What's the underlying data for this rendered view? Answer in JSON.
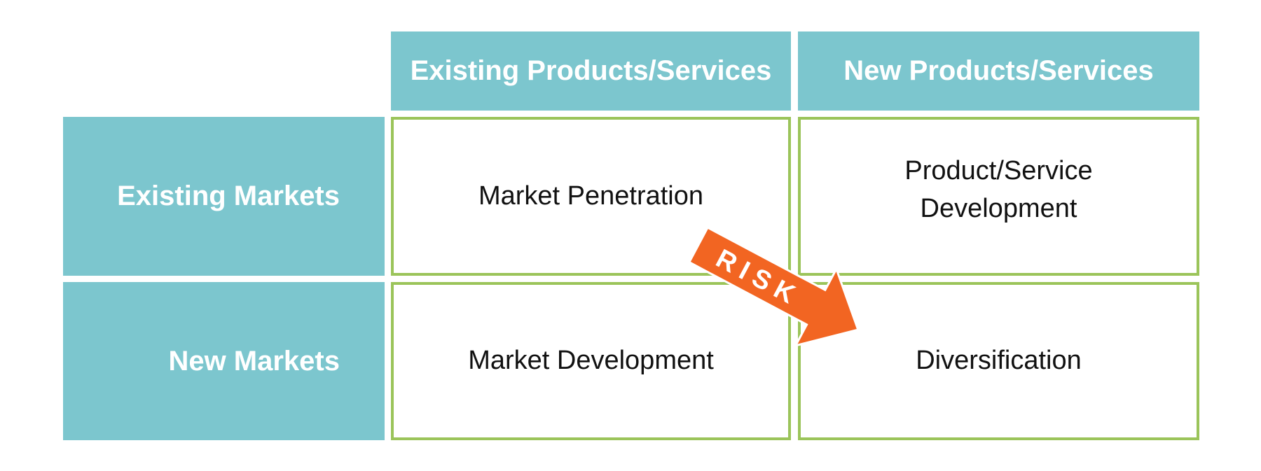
{
  "columns": {
    "existing_products": "Existing Products/Services",
    "new_products": "New Products/Services"
  },
  "rows": {
    "existing_markets": "Existing Markets",
    "new_markets": "New Markets"
  },
  "cells": {
    "market_penetration": "Market Penetration",
    "product_service_development_line1": "Product/Service",
    "product_service_development_line2": "Development",
    "market_development": "Market Development",
    "diversification": "Diversification"
  },
  "arrow": {
    "label": "RISK",
    "color": "#f26522"
  },
  "colors": {
    "header_fill": "#7cc6ce",
    "cell_border": "#9bc45a"
  }
}
